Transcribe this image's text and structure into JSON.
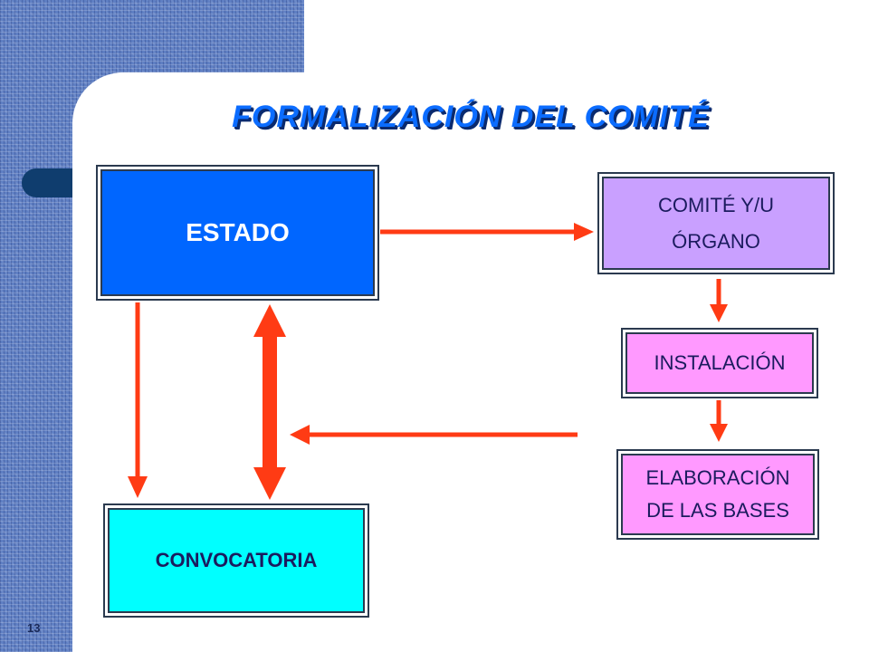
{
  "slide": {
    "title": "FORMALIZACIÓN DEL COMITÉ",
    "number": "13"
  },
  "nodes": {
    "estado": "ESTADO",
    "comite_line1": "COMITÉ Y/U",
    "comite_line2": "ÓRGANO",
    "instalacion": "INSTALACIÓN",
    "bases_line1": "ELABORACIÓN",
    "bases_line2": "DE LAS BASES",
    "convocatoria": "CONVOCATORIA"
  },
  "edges": [
    {
      "from": "estado",
      "to": "comite"
    },
    {
      "from": "comite",
      "to": "instalacion"
    },
    {
      "from": "instalacion",
      "to": "bases"
    },
    {
      "from": "instalacion",
      "to": "flow-left"
    },
    {
      "from": "estado",
      "to": "convocatoria"
    },
    {
      "from": "estado",
      "to": "convocatoria",
      "bidirectional": true
    }
  ],
  "colors": {
    "arrow": "#ff3b14",
    "estado": "#0066ff",
    "comite": "#c9a0ff",
    "instalacion": "#ff99ff",
    "bases": "#ff99ff",
    "convocatoria": "#00ffff",
    "title": "#0b6cff"
  }
}
